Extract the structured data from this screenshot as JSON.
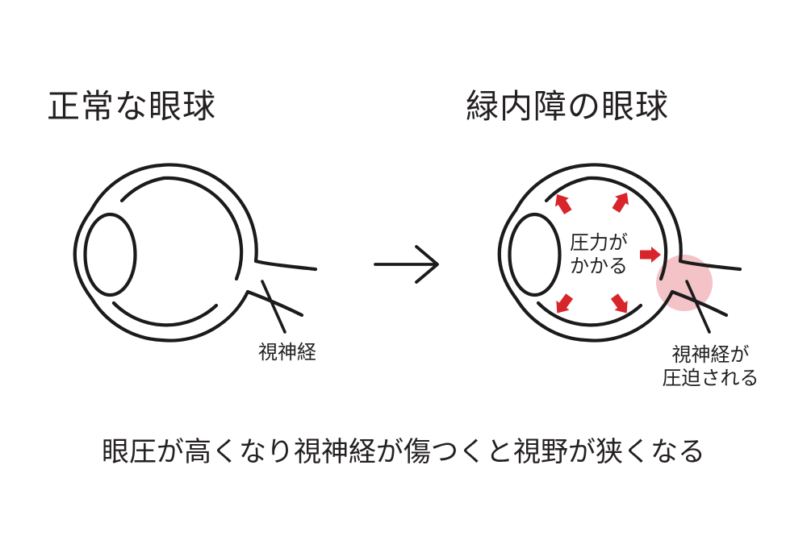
{
  "titles": {
    "normal": "正常な眼球",
    "glaucoma": "緑内障の眼球"
  },
  "labels": {
    "optic_nerve": "視神経",
    "pressure": [
      "圧力が",
      "かかる"
    ],
    "optic_nerve_compressed": [
      "視神経が",
      "圧迫される"
    ]
  },
  "caption": "眼圧が高くなり視神経が傷つくと視野が狭くなる",
  "colors": {
    "line": "#1B1B1B",
    "arrow_red": "#D8252B",
    "highlight_pink": "#F4C3C8",
    "text": "#242021"
  }
}
